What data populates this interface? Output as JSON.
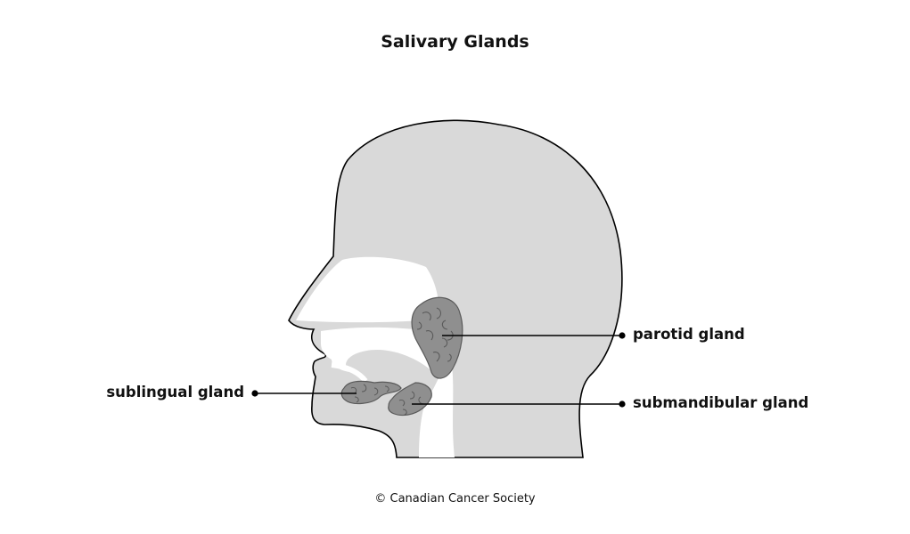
{
  "title": "Salivary Glands",
  "labels": {
    "parotid": "parotid gland",
    "submandibular": "submandibular gland",
    "sublingual": "sublingual gland"
  },
  "credit": "© Canadian Cancer Society",
  "colors": {
    "head_fill": "#d9d9d9",
    "outline": "#000000",
    "cavity": "#ffffff",
    "gland": "#8f8f8f",
    "gland_detail": "#5a5a5a"
  }
}
